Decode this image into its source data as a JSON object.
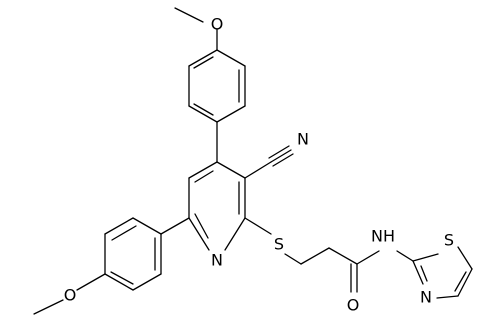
{
  "molecule": {
    "atoms": {
      "o_top_methoxy": "O",
      "o_left_methoxy": "O",
      "n_nitrile": "N",
      "n_pyridine": "N",
      "s_thioether": "S",
      "o_carbonyl": "O",
      "nh_amide": "N",
      "h_amide": "H",
      "s_thiazole": "S",
      "n_thiazole": "N"
    }
  }
}
